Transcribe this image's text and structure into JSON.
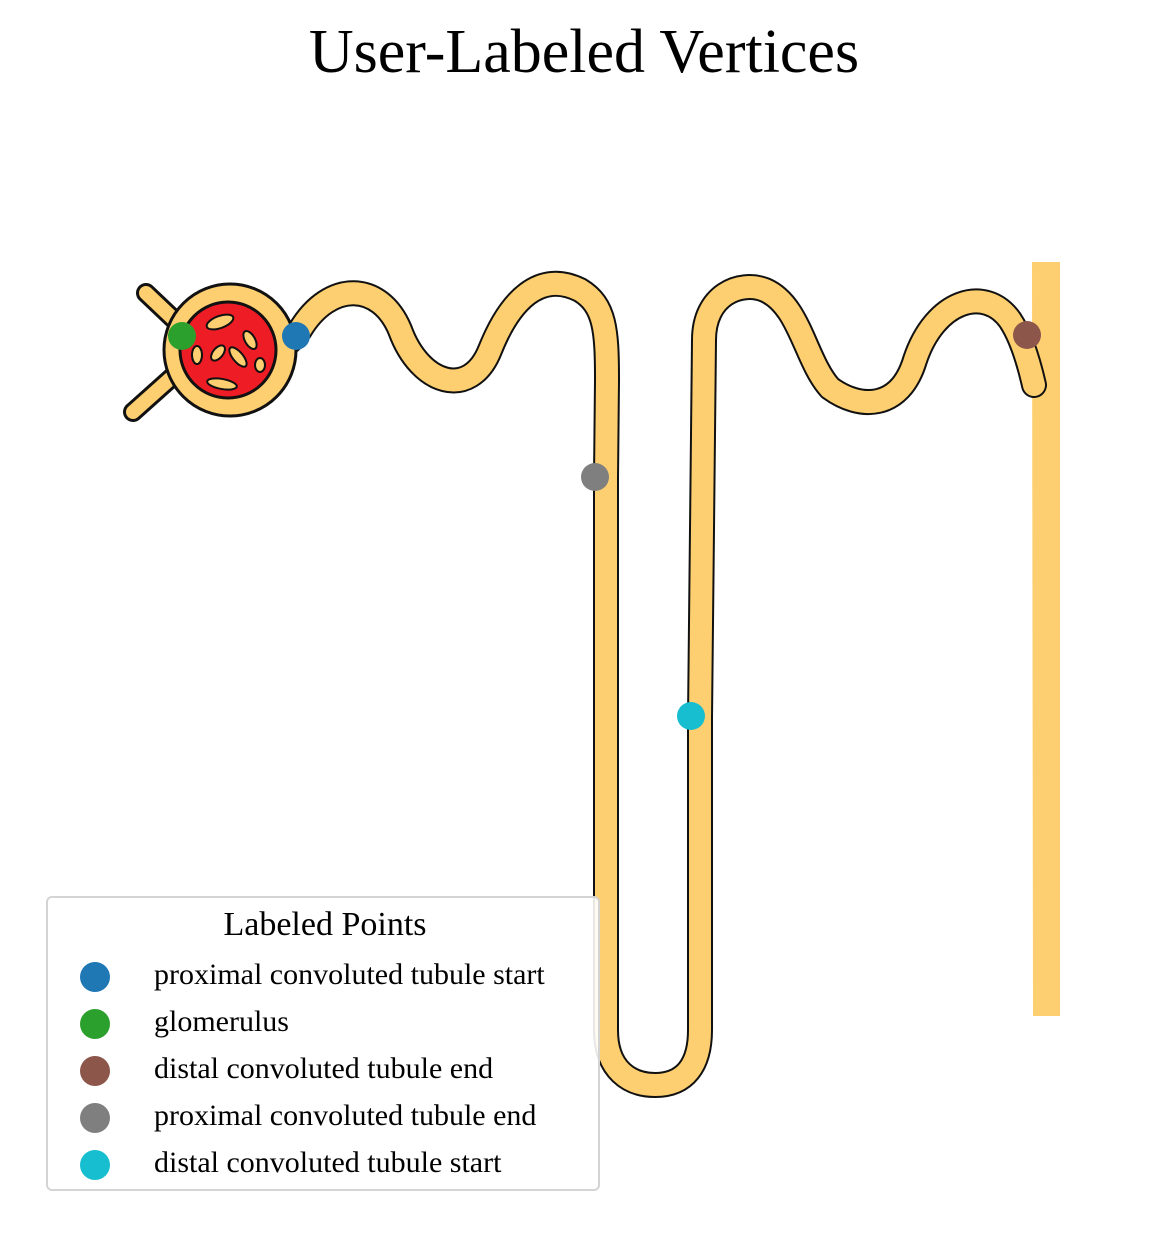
{
  "title": "User-Labeled Vertices",
  "colors": {
    "tubule_fill": "#fdcf70",
    "tubule_outline": "#111111",
    "glomerulus_fill": "#ee1c25",
    "collecting_duct": "#fdcf70"
  },
  "legend": {
    "title": "Labeled Points",
    "items": [
      {
        "label": "proximal convoluted tubule start",
        "color": "#1f77b4"
      },
      {
        "label": "glomerulus",
        "color": "#2ca02c"
      },
      {
        "label": "distal convoluted tubule end",
        "color": "#8c564b"
      },
      {
        "label": "proximal convoluted tubule end",
        "color": "#7f7f7f"
      },
      {
        "label": "distal convoluted tubule start",
        "color": "#17becf"
      }
    ]
  }
}
